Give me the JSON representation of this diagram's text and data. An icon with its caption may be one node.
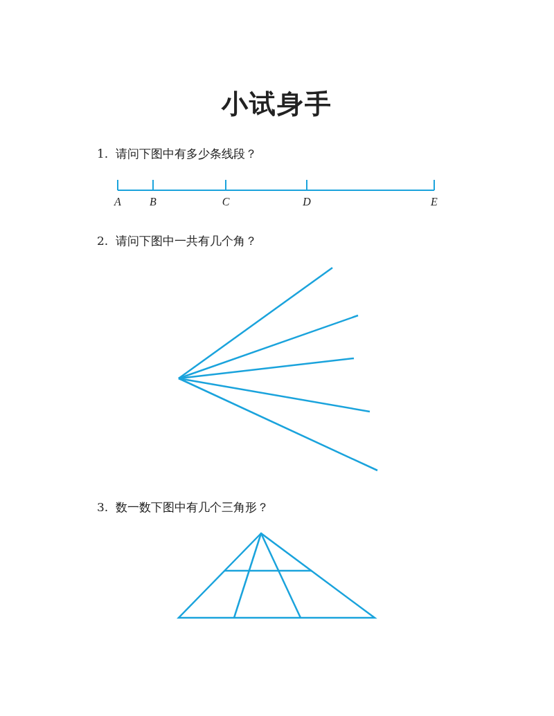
{
  "diagram": {
    "title": "小试身手",
    "labels": [
      "1.  请问下图中有多少条线段？",
      "A",
      "B",
      "C",
      "D",
      "E",
      "2.  请问下图中一共有几个角？",
      "3.  数一数下图中有几个三角形？"
    ]
  }
}
